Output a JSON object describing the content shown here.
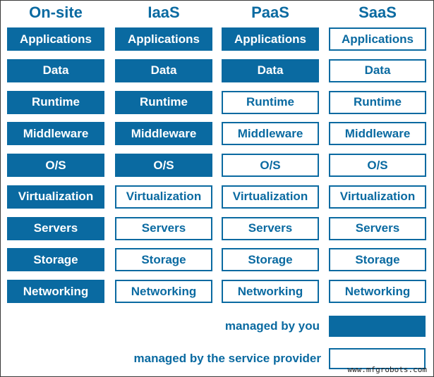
{
  "columns": [
    {
      "title": "On-site",
      "layers": [
        {
          "label": "Applications",
          "managed_by": "you"
        },
        {
          "label": "Data",
          "managed_by": "you"
        },
        {
          "label": "Runtime",
          "managed_by": "you"
        },
        {
          "label": "Middleware",
          "managed_by": "you"
        },
        {
          "label": "O/S",
          "managed_by": "you"
        },
        {
          "label": "Virtualization",
          "managed_by": "you"
        },
        {
          "label": "Servers",
          "managed_by": "you"
        },
        {
          "label": "Storage",
          "managed_by": "you"
        },
        {
          "label": "Networking",
          "managed_by": "you"
        }
      ]
    },
    {
      "title": "IaaS",
      "layers": [
        {
          "label": "Applications",
          "managed_by": "you"
        },
        {
          "label": "Data",
          "managed_by": "you"
        },
        {
          "label": "Runtime",
          "managed_by": "you"
        },
        {
          "label": "Middleware",
          "managed_by": "you"
        },
        {
          "label": "O/S",
          "managed_by": "you"
        },
        {
          "label": "Virtualization",
          "managed_by": "provider"
        },
        {
          "label": "Servers",
          "managed_by": "provider"
        },
        {
          "label": "Storage",
          "managed_by": "provider"
        },
        {
          "label": "Networking",
          "managed_by": "provider"
        }
      ]
    },
    {
      "title": "PaaS",
      "layers": [
        {
          "label": "Applications",
          "managed_by": "you"
        },
        {
          "label": "Data",
          "managed_by": "you"
        },
        {
          "label": "Runtime",
          "managed_by": "provider"
        },
        {
          "label": "Middleware",
          "managed_by": "provider"
        },
        {
          "label": "O/S",
          "managed_by": "provider"
        },
        {
          "label": "Virtualization",
          "managed_by": "provider"
        },
        {
          "label": "Servers",
          "managed_by": "provider"
        },
        {
          "label": "Storage",
          "managed_by": "provider"
        },
        {
          "label": "Networking",
          "managed_by": "provider"
        }
      ]
    },
    {
      "title": "SaaS",
      "layers": [
        {
          "label": "Applications",
          "managed_by": "provider"
        },
        {
          "label": "Data",
          "managed_by": "provider"
        },
        {
          "label": "Runtime",
          "managed_by": "provider"
        },
        {
          "label": "Middleware",
          "managed_by": "provider"
        },
        {
          "label": "O/S",
          "managed_by": "provider"
        },
        {
          "label": "Virtualization",
          "managed_by": "provider"
        },
        {
          "label": "Servers",
          "managed_by": "provider"
        },
        {
          "label": "Storage",
          "managed_by": "provider"
        },
        {
          "label": "Networking",
          "managed_by": "provider"
        }
      ]
    }
  ],
  "legend": {
    "you_label": "managed by you",
    "provider_label": "managed by the service provider"
  },
  "colors": {
    "accent": "#0a6aa1",
    "background": "#ffffff"
  },
  "watermark": "www.mfgrobots.com"
}
